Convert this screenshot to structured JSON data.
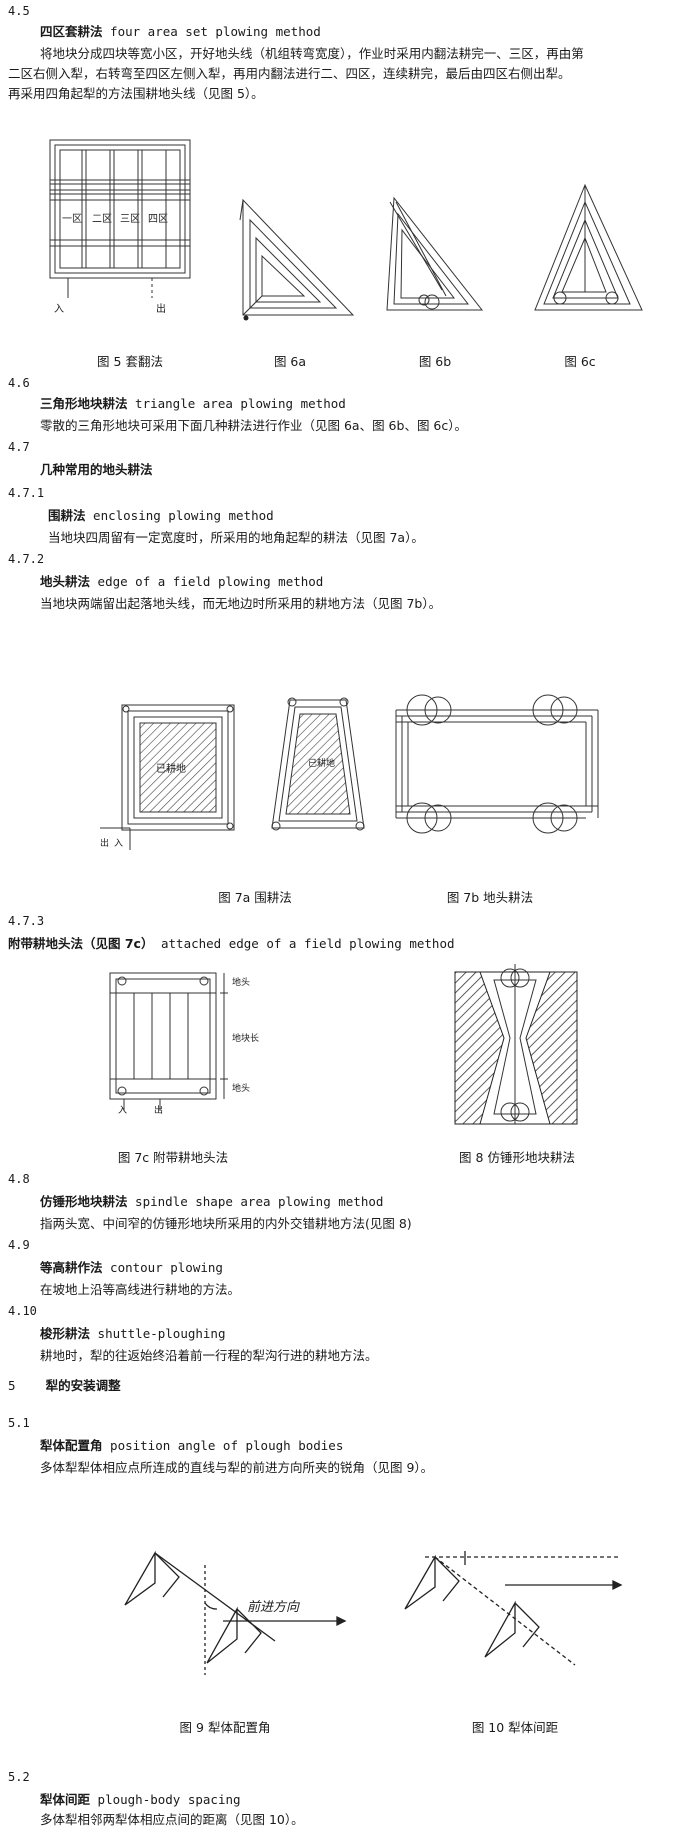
{
  "s4_5": {
    "num": "4.5",
    "title_zh": "四区套耕法",
    "title_en": "four area set plowing method",
    "line1": "将地块分成四块等宽小区，开好地头线（机组转弯宽度），作业时采用内翻法耕完一、三区，再由第",
    "line2": "二区右侧入犁，右转弯至四区左侧入犁，再用内翻法进行二、四区，连续耕完，最后由四区右侧出犁。",
    "line3": "再采用四角起犁的方法围耕地头线（见图 5）。"
  },
  "fig5": {
    "caption": "图 5  套翻法",
    "zone1": "一区",
    "zone2": "二区",
    "zone3": "三区",
    "zone4": "四区",
    "in": "入",
    "out": "出"
  },
  "fig6a": {
    "caption": "图 6a"
  },
  "fig6b": {
    "caption": "图 6b"
  },
  "fig6c": {
    "caption": "图 6c"
  },
  "s4_6": {
    "num": "4.6",
    "title_zh": "三角形地块耕法",
    "title_en": "triangle area plowing method",
    "line1": "零散的三角形地块可采用下面几种耕法进行作业（见图 6a、图 6b、图 6c）。"
  },
  "s4_7": {
    "num": "4.7",
    "title_zh": "几种常用的地头耕法"
  },
  "s4_7_1": {
    "num": "4.7.1",
    "title_zh": "围耕法",
    "title_en": "enclosing plowing method",
    "line1": "当地块四周留有一定宽度时，所采用的地角起犁的耕法（见图 7a）。"
  },
  "s4_7_2": {
    "num": "4.7.2",
    "title_zh": "地头耕法",
    "title_en": "edge of a field plowing method",
    "line1": "当地块两端留出起落地头线，而无地边时所采用的耕地方法（见图 7b）。"
  },
  "fig7a": {
    "caption": "图 7a  围耕法",
    "label": "已耕地",
    "label2": "已耕地",
    "in": "入",
    "out": "出"
  },
  "fig7b": {
    "caption": "图 7b  地头耕法"
  },
  "s4_7_3": {
    "num": "4.7.3",
    "title_zh": "附带耕地头法（见图 7c）",
    "title_en": "attached edge of a field plowing method"
  },
  "fig7c": {
    "caption": "图 7c  附带耕地头法",
    "head_top": "地头",
    "body": "地块长",
    "head_bottom": "地头",
    "in": "入",
    "out": "出"
  },
  "fig8": {
    "caption": "图 8   仿锤形地块耕法"
  },
  "s4_8": {
    "num": "4.8",
    "title_zh": "仿锤形地块耕法",
    "title_en": "spindle shape area plowing method",
    "line1": "指两头宽、中间窄的仿锤形地块所采用的内外交错耕地方法(见图 8)"
  },
  "s4_9": {
    "num": "4.9",
    "title_zh": "等高耕作法",
    "title_en": "contour plowing",
    "line1": "在坡地上沿等高线进行耕地的方法。"
  },
  "s4_10": {
    "num": "4.10",
    "title_zh": "梭形耕法",
    "title_en": "shuttle-ploughing",
    "line1": "耕地时，犁的往返始终沿着前一行程的犁沟行进的耕地方法。"
  },
  "s5": {
    "num": "5",
    "title_zh": "犁的安装调整"
  },
  "s5_1": {
    "num": "5.1",
    "title_zh": "犁体配置角",
    "title_en": "position angle of plough bodies",
    "line1": "多体犁犁体相应点所连成的直线与犁的前进方向所夹的锐角（见图 9）。"
  },
  "fig9": {
    "caption": "图 9  犁体配置角",
    "direction": "前进方向"
  },
  "fig10": {
    "caption": "图 10  犁体间距"
  },
  "s5_2": {
    "num": "5.2",
    "title_zh": "犁体间距",
    "title_en": "plough-body spacing",
    "line1": "多体犁相邻两犁体相应点间的距离（见图 10）。"
  }
}
